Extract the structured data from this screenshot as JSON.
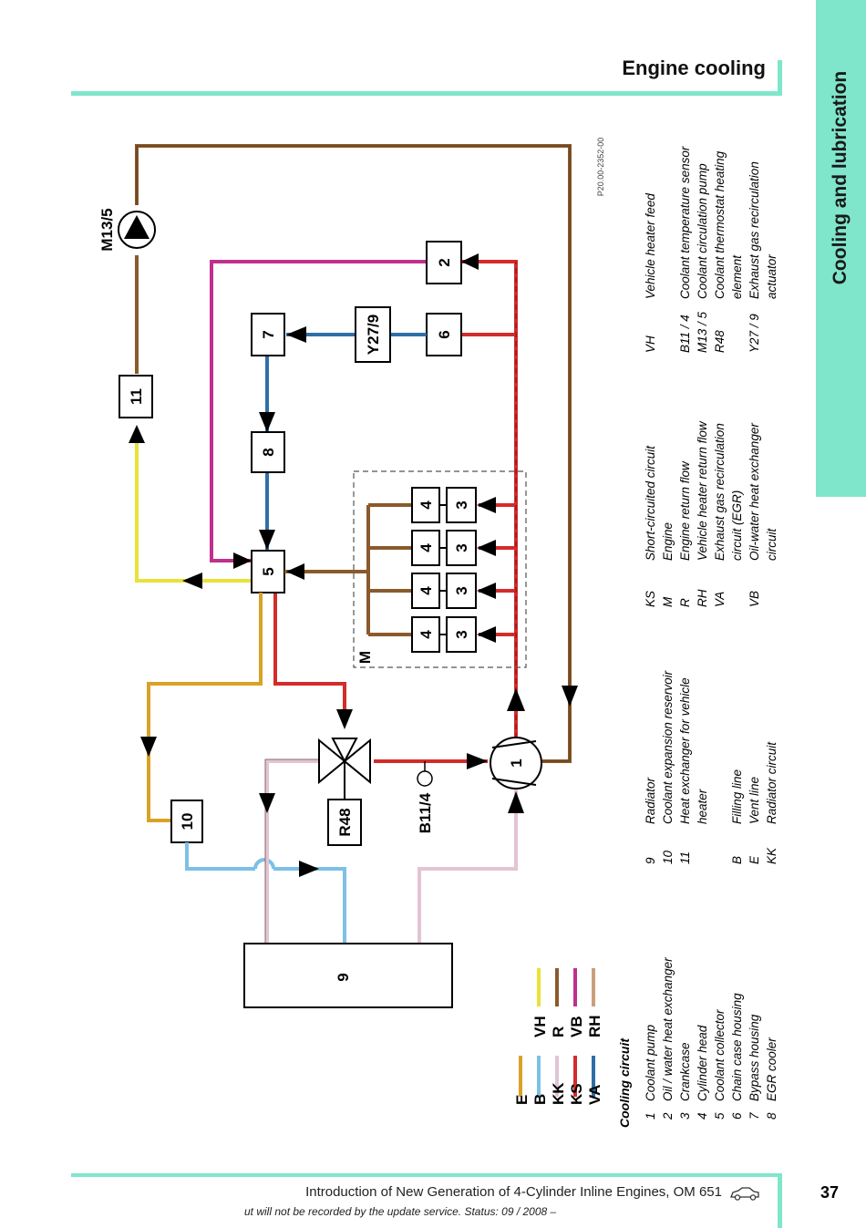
{
  "header": {
    "title": "Engine cooling"
  },
  "side_tab": {
    "label": "Cooling and lubrication"
  },
  "diagram": {
    "ref_code": "P20.00-2352-00",
    "components": {
      "pump": "1",
      "block2": "2",
      "c3": "3",
      "c4": "4",
      "block5": "5",
      "block6": "6",
      "block7": "7",
      "block8": "8",
      "radiator": "9",
      "block10": "10",
      "block11": "11",
      "m135": "M13/5",
      "y279": "Y27/9",
      "r48": "R48",
      "b114": "B11/4",
      "engine": "M"
    },
    "line_key": [
      {
        "code": "E",
        "color": "#d9a227"
      },
      {
        "code": "B",
        "color": "#7cc0e6"
      },
      {
        "code": "KK",
        "color": "#e3c4d4"
      },
      {
        "code": "KS",
        "color": "#d42b2b"
      },
      {
        "code": "VA",
        "color": "#2e6fa8"
      },
      {
        "code": "VH",
        "color": "#e8e23a"
      },
      {
        "code": "R",
        "color": "#8a5a2b"
      },
      {
        "code": "VB",
        "color": "#c0308e"
      },
      {
        "code": "RH",
        "color": "#c9a07a"
      }
    ]
  },
  "legend": {
    "heading": "Cooling circuit",
    "col1": [
      {
        "num": "1",
        "text": "Coolant pump"
      },
      {
        "num": "2",
        "text": "Oil / water heat exchanger"
      },
      {
        "num": "3",
        "text": "Crankcase"
      },
      {
        "num": "4",
        "text": "Cylinder head"
      },
      {
        "num": "5",
        "text": "Coolant collector"
      },
      {
        "num": "6",
        "text": "Chain case housing"
      },
      {
        "num": "7",
        "text": "Bypass housing"
      },
      {
        "num": "8",
        "text": "EGR cooler"
      }
    ],
    "col2": [
      {
        "num": "9",
        "text": "Radiator"
      },
      {
        "num": "10",
        "text": "Coolant expansion reservoir"
      },
      {
        "num": "11",
        "text": "Heat exchanger for vehicle"
      },
      {
        "num": "",
        "text": "heater"
      },
      {
        "num": "",
        "text": ""
      },
      {
        "num": "B",
        "text": "Filling line"
      },
      {
        "num": "E",
        "text": "Vent line"
      },
      {
        "num": "KK",
        "text": "Radiator circuit"
      }
    ],
    "col3": [
      {
        "num": "KS",
        "text": "Short-circuited circuit"
      },
      {
        "num": "M",
        "text": "Engine"
      },
      {
        "num": "R",
        "text": "Engine return flow"
      },
      {
        "num": "RH",
        "text": "Vehicle heater return flow"
      },
      {
        "num": "VA",
        "text": "Exhaust gas recirculation"
      },
      {
        "num": "",
        "text": "circuit (EGR)"
      },
      {
        "num": "VB",
        "text": "Oil-water heat exchanger"
      },
      {
        "num": "",
        "text": "circuit"
      }
    ],
    "col4": [
      {
        "num": "VH",
        "text": "Vehicle heater feed"
      },
      {
        "num": "",
        "text": ""
      },
      {
        "num": "B11 / 4",
        "text": "Coolant temperature sensor"
      },
      {
        "num": "M13 / 5",
        "text": "Coolant circulation pump"
      },
      {
        "num": "R48",
        "text": "Coolant thermostat heating"
      },
      {
        "num": "",
        "text": "element"
      },
      {
        "num": "Y27 / 9",
        "text": "Exhaust gas recirculation"
      },
      {
        "num": "",
        "text": "actuator"
      }
    ]
  },
  "footer": {
    "title": "Introduction of New Generation of 4-Cylinder Inline Engines, OM 651",
    "note": "ut will not be recorded by the update service. Status: 09 / 2008 –",
    "page": "37"
  }
}
